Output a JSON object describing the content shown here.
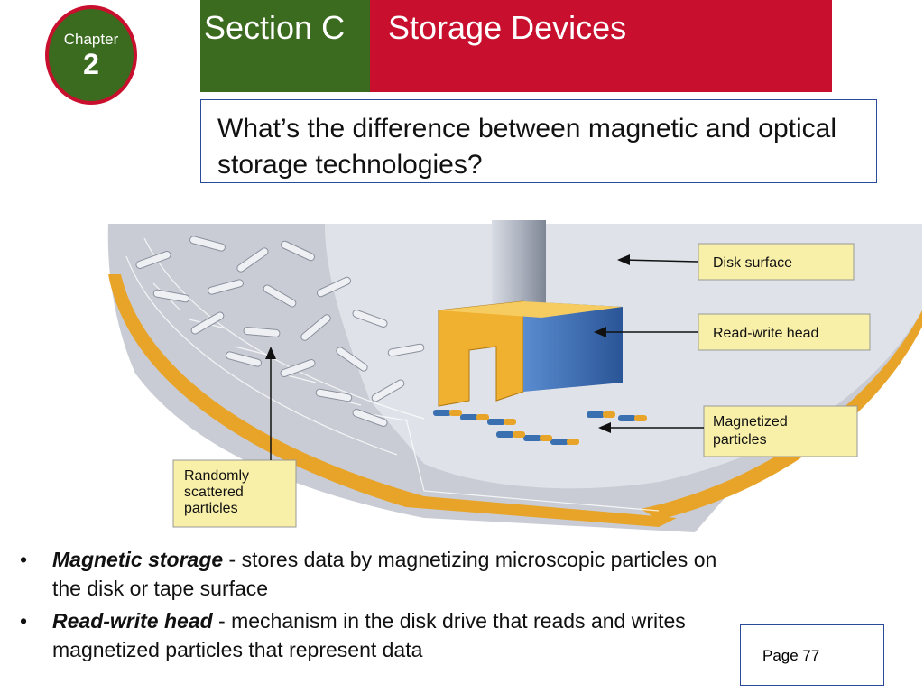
{
  "header": {
    "chapter_label": "Chapter",
    "chapter_number": "2",
    "section": "Section C",
    "title": "Storage Devices"
  },
  "question": "What’s the difference between magnetic and optical storage technologies?",
  "diagram": {
    "callouts": {
      "disk_surface": "Disk surface",
      "read_write_head": "Read-write head",
      "magnetized_line1": "Magnetized",
      "magnetized_line2": "particles",
      "random_line1": "Randomly",
      "random_line2": "scattered",
      "random_line3": "particles"
    }
  },
  "bullets": [
    {
      "term": "Magnetic storage",
      "text": " - stores data by magnetizing microscopic particles on the disk or tape surface"
    },
    {
      "term": "Read-write head",
      "text": " - mechanism in the disk drive that reads and writes magnetized particles that represent data"
    }
  ],
  "page_ref": "Page 77",
  "colors": {
    "green": "#3b6b1e",
    "red": "#c8102e",
    "border_blue": "#2a4a9a",
    "callout_fill": "#f8f0a8",
    "disk_gray": "#c9ccd4",
    "gold": "#e8a428",
    "head_blue": "#3a6fb0"
  }
}
